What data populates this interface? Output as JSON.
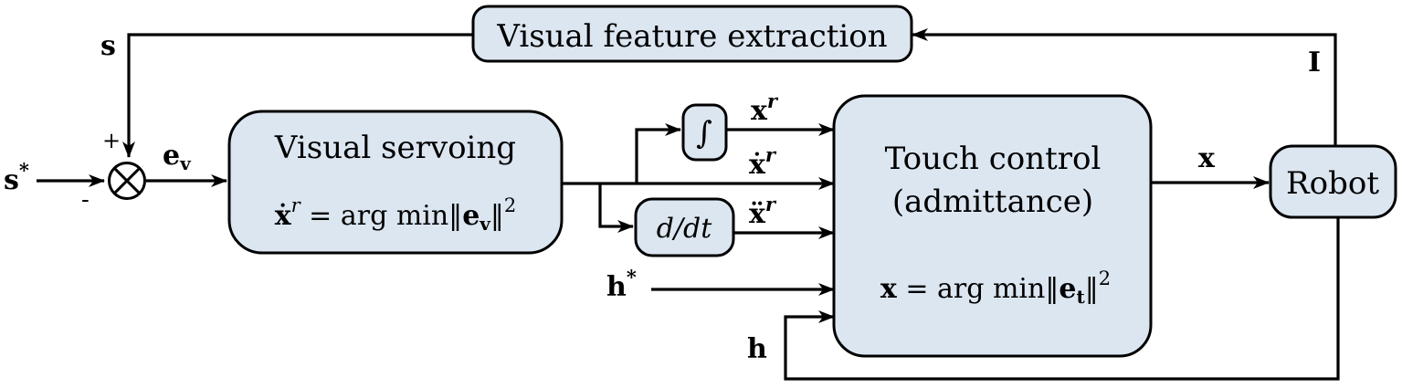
{
  "blocks": {
    "feature_extraction": "Visual feature extraction",
    "visual_servoing": {
      "title": "Visual servoing",
      "eq_lhs": "ẋ",
      "eq_lhs_sup": "r",
      "eq_mid": " = arg min‖",
      "eq_vec": "e",
      "eq_vec_sub": "v",
      "eq_tail": "‖",
      "eq_exp": "2"
    },
    "integrator": "∫",
    "derivative": "d/dt",
    "touch_control": {
      "title_line1": "Touch control",
      "title_line2": "(admittance)",
      "eq_lhs": "x",
      "eq_mid": " = arg min‖",
      "eq_vec": "e",
      "eq_vec_sub": "t",
      "eq_tail": "‖",
      "eq_exp": "2"
    },
    "robot": "Robot"
  },
  "signals": {
    "s": "s",
    "s_star": "s",
    "s_star_sup": "*",
    "ev": "e",
    "ev_sub": "v",
    "plus": "+",
    "minus": "-",
    "xr": "x",
    "xr_sup": "r",
    "xr_dot": "ẋ",
    "xr_dot_sup": "r",
    "xr_ddot": "ẍ",
    "xr_ddot_sup": "r",
    "h_star": "h",
    "h_star_sup": "*",
    "h": "h",
    "x": "x",
    "I": "I"
  },
  "colors": {
    "block_fill": "#dce6f1",
    "line": "#000000"
  }
}
